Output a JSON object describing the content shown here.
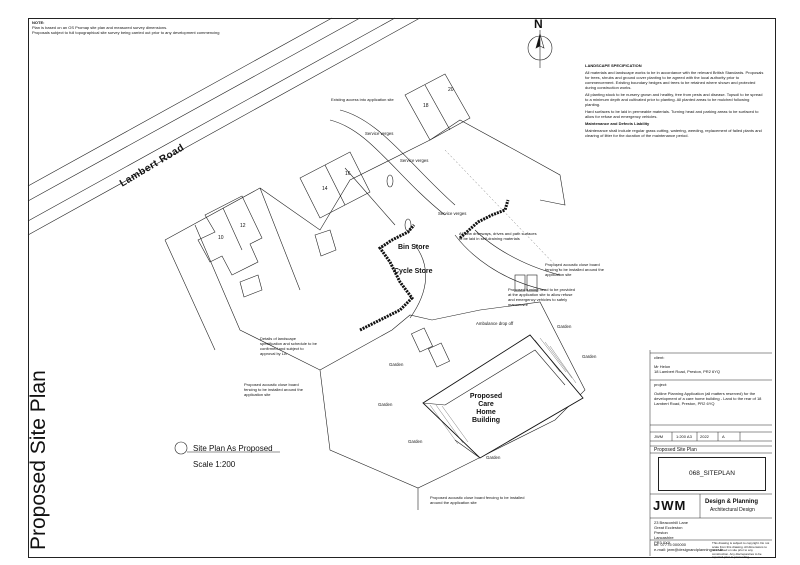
{
  "notes": {
    "heading": "NOTE:",
    "line1": "Plan is based on an OS Promap site plan and measured survey dimensions.",
    "line2": "Proposals subject to full topographical site survey being carried out prior to any development commencing"
  },
  "road_name": "Lambert Road",
  "north_label": "N",
  "sheet_title": "Proposed Site Plan",
  "scale_caption": {
    "title": "Site Plan As Proposed",
    "scale": "Scale 1:200"
  },
  "site_labels": {
    "bin_store": "Bin Store",
    "cycle_store": "Cycle Store",
    "care_home_line1": "Proposed Care",
    "care_home_line2": "Home Building",
    "house_10": "10",
    "house_12": "12",
    "house_14": "14",
    "house_16": "16",
    "house_18": "18",
    "house_20": "20",
    "garden_1": "Garden",
    "garden_2": "Garden",
    "garden_3": "Garden",
    "garden_4": "Garden",
    "garden_5": "Garden",
    "garden_6": "Garden",
    "service_verge_1": "Service verges",
    "service_verge_2": "Service verges",
    "service_verge_3": "Service verges"
  },
  "annotations": {
    "existing_access": "Existing access into application site",
    "all_new_driveways": "All new driveways, drives and path surfaces to be laid in self-draining materials",
    "fencing_1": "Proposed acoustic close board fencing to be installed around the application site",
    "turning_head": "Proposed turning head to be provided at the application site to allow refuse and emergency vehicles to safely manoeuvre",
    "ambulance": "Ambulance drop off",
    "landscape": "Details of landscape specification and schedule to be confirmed and subject to approval by LA",
    "fencing_2": "Proposed acoustic close board fencing to be installed around the application site",
    "fencing_3": "Proposed acoustic close board fencing to be installed around the application site"
  },
  "specification": {
    "heading": "LANDSCAPE SPECIFICATION",
    "para1": "All materials and landscape works to be in accordance with the relevant British Standards. Proposals for trees, shrubs and ground cover planting to be agreed with the local authority prior to commencement. Existing boundary hedges and trees to be retained where shown and protected during construction works.",
    "para2": "All planting stock to be nursery grown and healthy, free from pests and disease. Topsoil to be spread to a minimum depth and cultivated prior to planting. All planted areas to be mulched following planting.",
    "para3": "Hard surfaces to be laid in permeable materials. Turning head and parking areas to be surfaced to allow for refuse and emergency vehicles.",
    "heading2": "Maintenance and Defects Liability",
    "para4": "Maintenance shall include regular grass cutting, watering, weeding, replacement of failed plants and clearing of litter for the duration of the maintenance period."
  },
  "title_block": {
    "client_label": "client:",
    "client_name": "Mr Helon",
    "client_address": "18 Lambert Road, Preston, PR2 6YQ",
    "project_label": "project:",
    "project_text": "Outline Planning Application (all matters reserved) for the development of a care home building - Land to the rear of 18 Lambert Road, Preston, PR2 6YQ",
    "row_drawn": "JWM",
    "row_scale": "1:200 A3",
    "row_date": "2022",
    "row_rev": "A",
    "drawing_title": "Proposed Site Plan",
    "drawing_code": "068_SITEPLAN",
    "firm": "JWM",
    "firm_line1": "Design & Planning",
    "firm_line2": "Architectural Design",
    "address1": "23 Beaconhill Lane",
    "address2": "Great Eccleston",
    "address3": "Preston",
    "address4": "Lancashire",
    "address5": "PR3 0XX",
    "tel": "tel: 07775 000000",
    "email": "e-mail: jwm@designandplanning.co.uk",
    "disclaimer": "This drawing is subject to copyright. Do not scale from this drawing. All dimensions to be checked on site prior to any construction. Any discrepancies to be reported prior to proceeding."
  }
}
